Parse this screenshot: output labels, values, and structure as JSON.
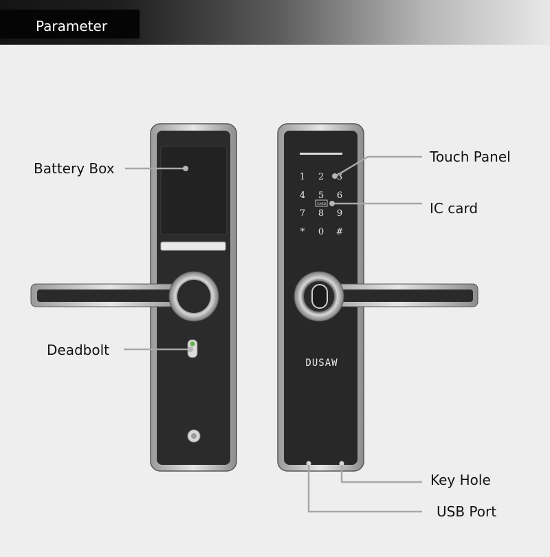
{
  "header": {
    "title": "Parameter"
  },
  "brand": "DUSAW",
  "keypad": {
    "keys": [
      "1",
      "2",
      "3",
      "4",
      "5",
      "6",
      "7",
      "8",
      "9",
      "*",
      "0",
      "#"
    ],
    "card_icon": "CARD"
  },
  "labels": {
    "battery_box": "Battery Box",
    "deadbolt": "Deadbolt",
    "touch_panel": "Touch Panel",
    "ic_card": "IC card",
    "key_hole": "Key Hole",
    "usb_port": "USB Port"
  },
  "colors": {
    "body": "#2a2a2a",
    "frame": "#cfcfcf",
    "leader": "#a8a8a8",
    "background": "#eeeeee"
  }
}
